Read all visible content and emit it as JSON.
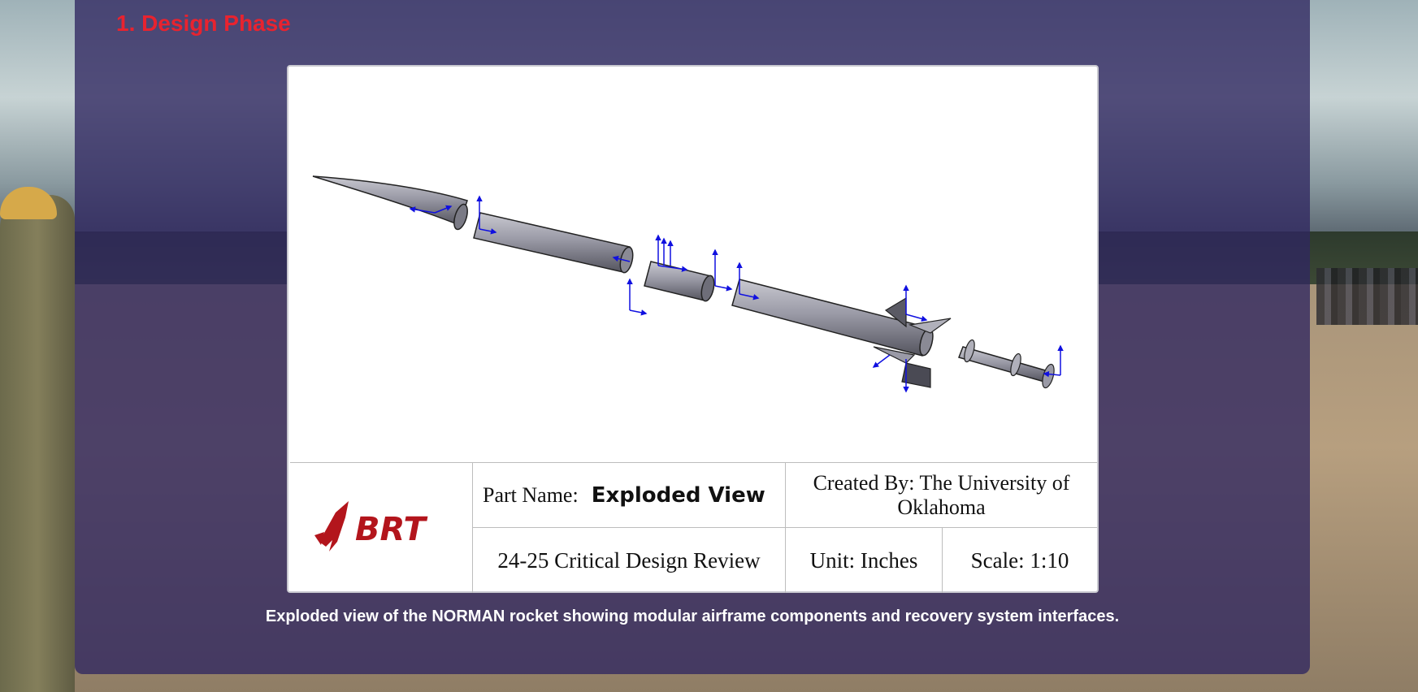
{
  "section": {
    "title": "1. Design Phase"
  },
  "drawing": {
    "title_block": {
      "logo_text": "BRT",
      "part_name_label": "Part Name:",
      "part_name_value": "Exploded View",
      "created_by": "Created By: The University of Oklahoma",
      "review": "24-25 Critical Design Review",
      "unit": "Unit: Inches",
      "scale": "Scale: 1:10"
    }
  },
  "caption": "Exploded view of the NORMAN rocket showing modular airframe components and recovery system interfaces.",
  "colors": {
    "accent_red": "#e8232f",
    "logo_red": "#b3151c",
    "overlay": "#302660",
    "axis_blue": "#1010e0"
  }
}
